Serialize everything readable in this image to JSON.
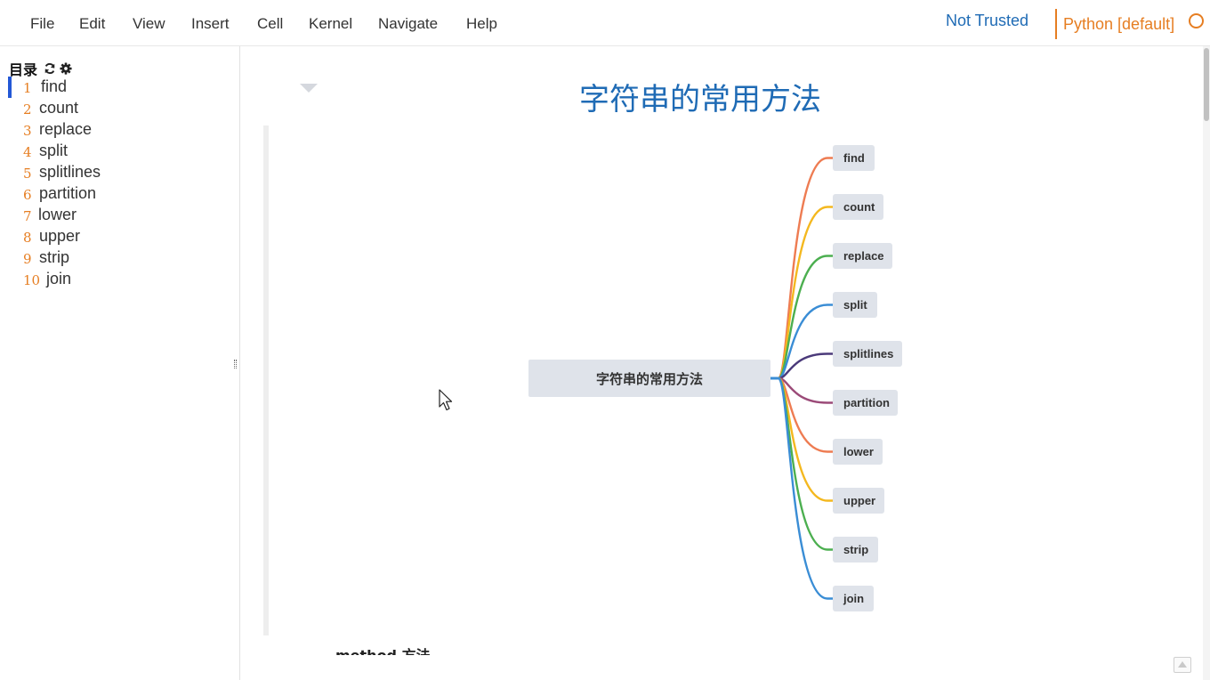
{
  "menu": {
    "items": [
      {
        "label": "File"
      },
      {
        "label": "Edit"
      },
      {
        "label": "View"
      },
      {
        "label": "Insert"
      },
      {
        "label": "Cell"
      },
      {
        "label": "Kernel"
      },
      {
        "label": "Navigate"
      },
      {
        "label": "Help"
      }
    ],
    "trust_status": "Not Trusted",
    "kernel_name": "Python [default]",
    "kernel_status": "idle",
    "accent_color": "#e67e22"
  },
  "toc": {
    "title": "目录",
    "refresh_icon": "refresh-icon",
    "settings_icon": "gear-icon",
    "items": [
      {
        "num": "1",
        "label": "find",
        "active": true
      },
      {
        "num": "2",
        "label": "count"
      },
      {
        "num": "3",
        "label": "replace"
      },
      {
        "num": "4",
        "label": "split"
      },
      {
        "num": "5",
        "label": "splitlines"
      },
      {
        "num": "6",
        "label": "partition"
      },
      {
        "num": "7",
        "label": "lower"
      },
      {
        "num": "8",
        "label": "upper"
      },
      {
        "num": "9",
        "label": "strip"
      },
      {
        "num": "10",
        "label": "join"
      }
    ]
  },
  "notebook": {
    "heading": "字符串的常用方法",
    "heading_color": "#1f6bb5",
    "next_heading": "method 方法"
  },
  "mindmap": {
    "root": "字符串的常用方法",
    "branches": [
      {
        "label": "find",
        "color": "#ee7c52"
      },
      {
        "label": "count",
        "color": "#f4b81f"
      },
      {
        "label": "replace",
        "color": "#4caf50"
      },
      {
        "label": "split",
        "color": "#3a8dd5"
      },
      {
        "label": "splitlines",
        "color": "#4b3a7a"
      },
      {
        "label": "partition",
        "color": "#9b4a78"
      },
      {
        "label": "lower",
        "color": "#ee7c52"
      },
      {
        "label": "upper",
        "color": "#f4b81f"
      },
      {
        "label": "strip",
        "color": "#4caf50"
      },
      {
        "label": "join",
        "color": "#3a8dd5"
      }
    ]
  }
}
